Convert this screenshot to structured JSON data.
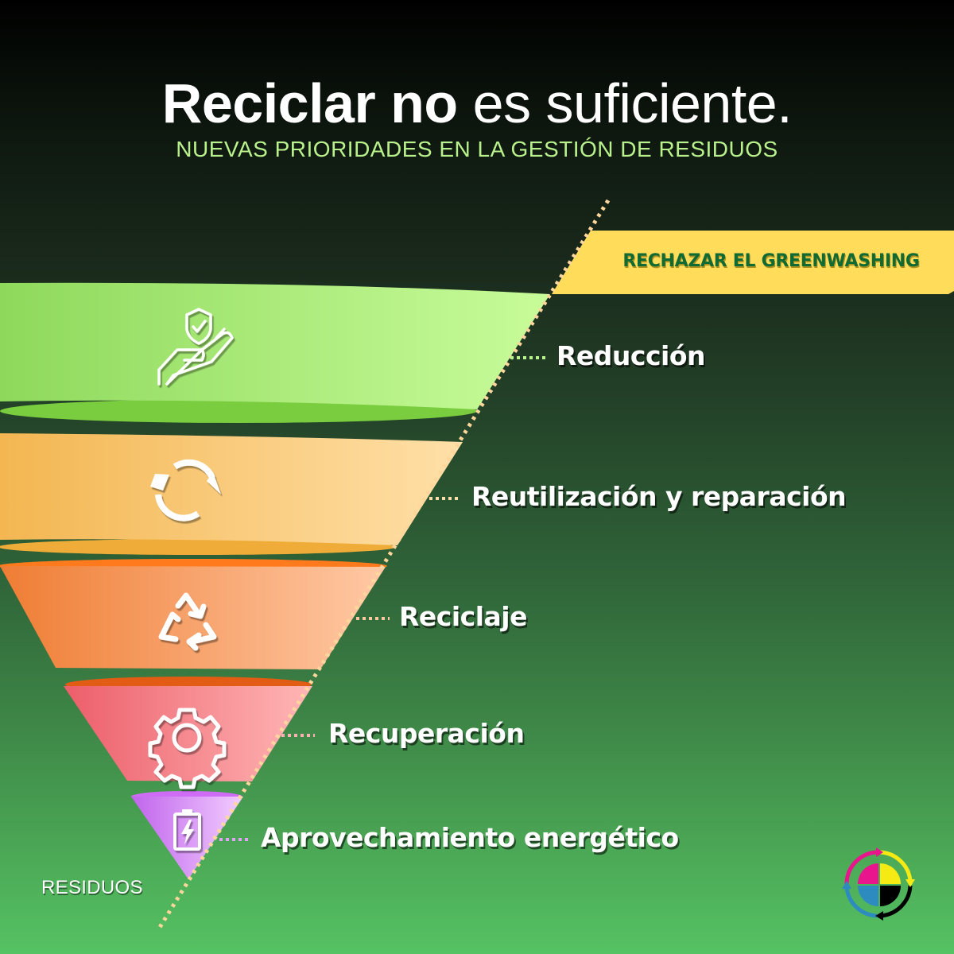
{
  "header": {
    "title_bold": "Reciclar no",
    "title_light": "es suficiente.",
    "subtitle": "NUEVAS PRIORIDADES EN LA GESTIÓN DE RESIDUOS"
  },
  "banner": {
    "label": "RECHAZAR EL GREENWASHING",
    "color": "#ffdc59",
    "text_color": "#0f6a33"
  },
  "funnel": {
    "levels": [
      {
        "label": "Reducción",
        "icon": "hand-shield-icon",
        "color_left": "#8ed95c",
        "color_right": "#c8fc9a",
        "rim": "#79cd3f",
        "dots": "#b7f48f"
      },
      {
        "label": "Reutilización y reparación",
        "icon": "refresh-cycle-icon",
        "color_left": "#f3b651",
        "color_right": "#ffe0a8",
        "rim": "#f0ac38",
        "dots": "#ffe0a8"
      },
      {
        "label": "Reciclaje",
        "icon": "recycle-icon",
        "color_left": "#ef7d34",
        "color_right": "#ffc9a5",
        "rim": "#ff7a1c",
        "dots": "#ffc9a5"
      },
      {
        "label": "Recuperación",
        "icon": "gear-icon",
        "color_left": "#ec5e6a",
        "color_right": "#ffb6b6",
        "rim": "#e35c13",
        "dots": "#ffb0b0"
      },
      {
        "label": "Aprovechamiento energético",
        "icon": "battery-charging-icon",
        "color_left": "#c064ec",
        "color_right": "#f2cdff",
        "rim": "#cf6cf6",
        "dots": "#e2a4f5"
      }
    ]
  },
  "footer": {
    "residuos_label": "RESIDUOS",
    "logo": "cmyk-cycle-logo-icon"
  }
}
